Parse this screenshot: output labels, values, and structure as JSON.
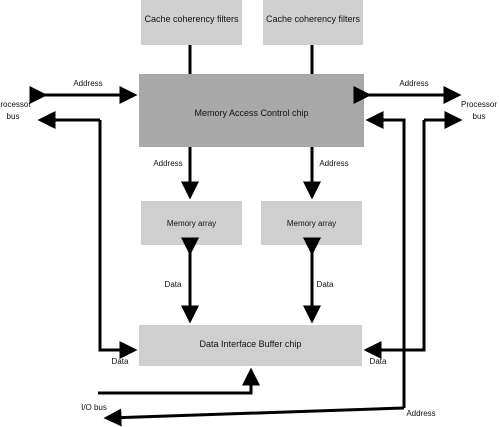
{
  "boxes": {
    "cache_left": "Cache coherency filters",
    "cache_right": "Cache coherency filters",
    "mac": "Memory Access Control chip",
    "mem_left": "Memory array",
    "mem_right": "Memory array",
    "dib": "Data Interface Buffer chip"
  },
  "labels": {
    "address_top_left": "Address",
    "address_top_right": "Address",
    "processor_bus_left_line1": "Processor",
    "processor_bus_left_line2": "bus",
    "processor_bus_right_line1": "Processor",
    "processor_bus_right_line2": "bus",
    "address_mid_left": "Address",
    "address_mid_right": "Address",
    "data_mid_left": "Data",
    "data_mid_right": "Data",
    "data_bottom_left": "Data",
    "data_bottom_right": "Data",
    "io_bus": "I/O bus",
    "address_bottom": "Address"
  },
  "colors": {
    "light_box": "#cfcfcf",
    "dark_box": "#a8a8a8",
    "line": "#000000"
  }
}
